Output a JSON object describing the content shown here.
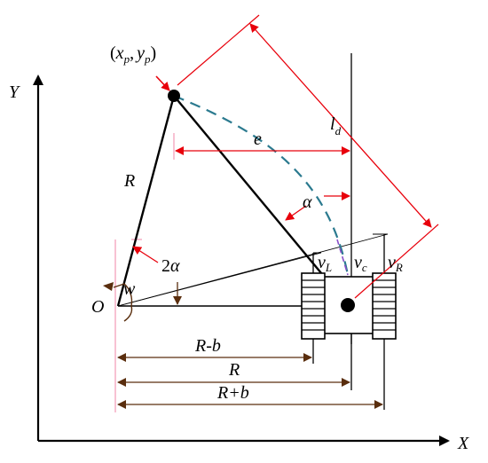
{
  "axes": {
    "x_label": "X",
    "y_label": "Y"
  },
  "point_p": {
    "open": "(",
    "x": "x",
    "x_sub": "p",
    "comma": ",",
    "y": "y",
    "y_sub": "p",
    "close": ")"
  },
  "labels": {
    "R_radius": "R",
    "e": "e",
    "ld": "l",
    "ld_sub": "d",
    "alpha": "α",
    "two_alpha_num": "2",
    "two_alpha_sym": "α",
    "w": "w",
    "O": "O",
    "vL": "v",
    "vL_sub": "L",
    "vc": "v",
    "vc_sub": "c",
    "vR": "v",
    "vR_sub": "R"
  },
  "dimensions": {
    "R_minus_b": {
      "R": "R",
      "dash": "-",
      "b": "b"
    },
    "R": "R",
    "R_plus_b": "R+b"
  },
  "colors": {
    "dim_red": "#e8000b",
    "arc_teal": "#2b7a8f",
    "purple_dash": "#8a4fc8",
    "pink_ext": "#f4a7c0",
    "black": "#000000"
  }
}
